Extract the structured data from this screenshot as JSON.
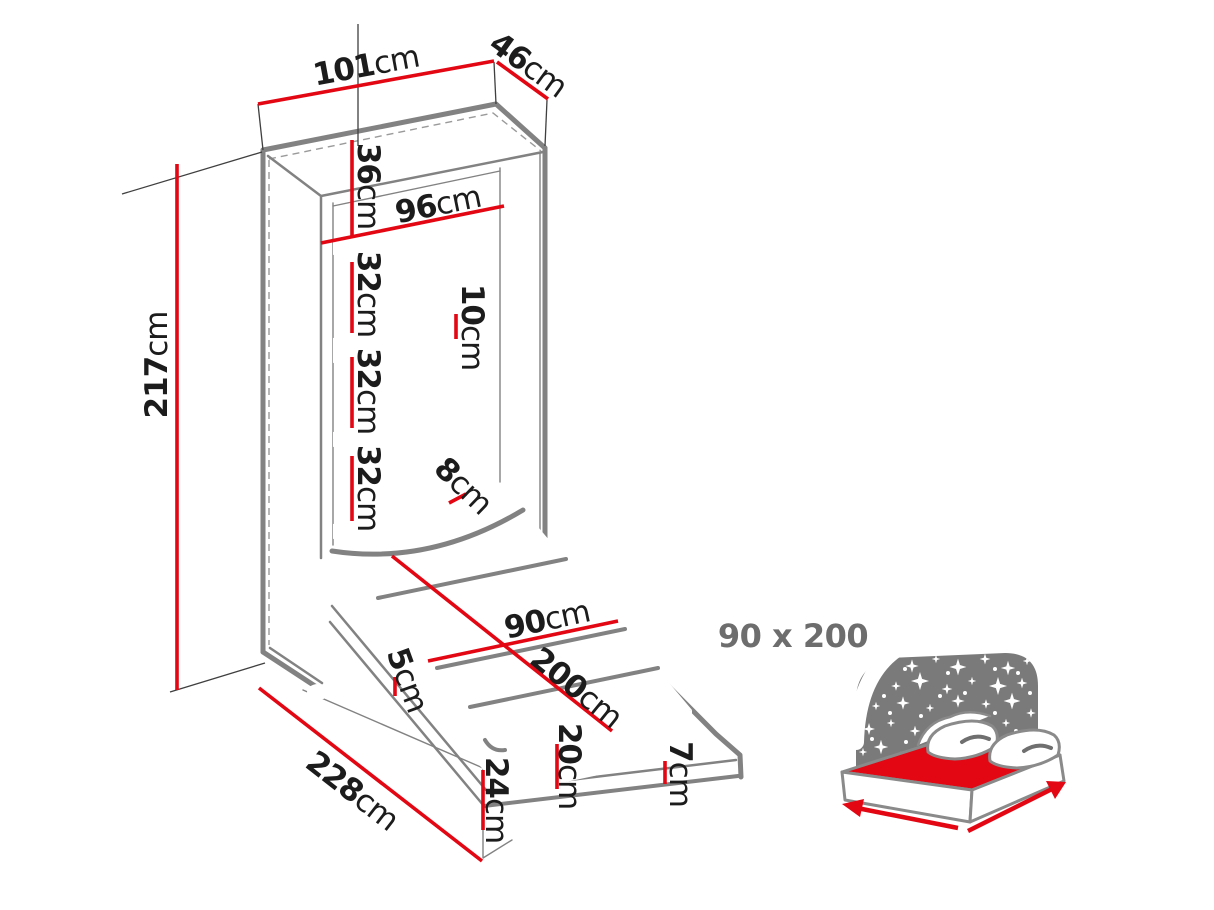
{
  "diagram": {
    "type": "furniture-dimension-drawing",
    "subject": "vertical wall bed (fold-down murphy bed) with shelf cabinet, shown open"
  },
  "colors": {
    "dimension_red": "#e30613",
    "drawing_gray": "#828282",
    "label_black": "#1c1c1c",
    "icon_gray": "#7a7a7a",
    "badge_gray": "#6d6d6d",
    "background": "#ffffff"
  },
  "dimensions": {
    "cabinet_width": {
      "value": "101",
      "unit": "cm"
    },
    "cabinet_depth": {
      "value": "46",
      "unit": "cm"
    },
    "cabinet_height": {
      "value": "217",
      "unit": "cm"
    },
    "top_shelf_gap": {
      "value": "36",
      "unit": "cm"
    },
    "interior_width": {
      "value": "96",
      "unit": "cm"
    },
    "shelf_gap_upper": {
      "value": "32",
      "unit": "cm"
    },
    "rail_height": {
      "value": "10",
      "unit": "cm"
    },
    "shelf_gap_middle": {
      "value": "32",
      "unit": "cm"
    },
    "shelf_gap_lower": {
      "value": "32",
      "unit": "cm"
    },
    "bracket_size": {
      "value": "8",
      "unit": "cm"
    },
    "bed_width": {
      "value": "90",
      "unit": "cm"
    },
    "bed_length": {
      "value": "200",
      "unit": "cm"
    },
    "platform_thickness": {
      "value": "5",
      "unit": "cm"
    },
    "mattress_thickness": {
      "value": "20",
      "unit": "cm"
    },
    "frame_height": {
      "value": "24",
      "unit": "cm"
    },
    "panel_thickness": {
      "value": "7",
      "unit": "cm"
    },
    "total_depth_open": {
      "value": "228",
      "unit": "cm"
    }
  },
  "badge": {
    "bed_size_label": "90 x 200"
  }
}
